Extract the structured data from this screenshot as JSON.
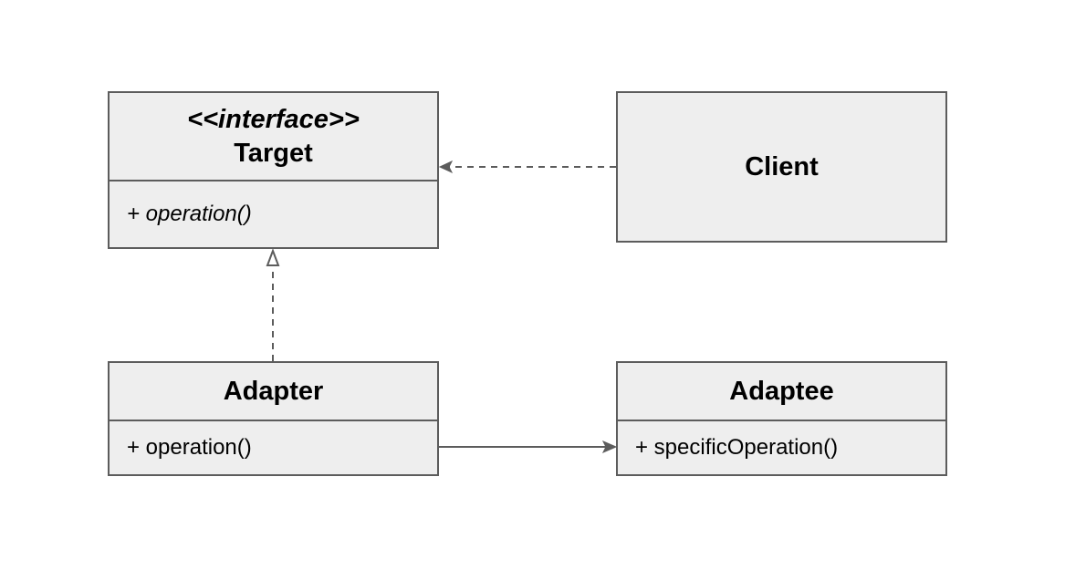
{
  "diagram": {
    "colors": {
      "box_fill": "#eeeeee",
      "box_border": "#5c5c5c",
      "line": "#5c5c5c",
      "background": "#ffffff"
    },
    "classes": {
      "target": {
        "stereotype": "<<interface>>",
        "name": "Target",
        "operation": "+ operation()"
      },
      "client": {
        "name": "Client"
      },
      "adapter": {
        "name": "Adapter",
        "operation": "+ operation()"
      },
      "adaptee": {
        "name": "Adaptee",
        "operation": "+ specificOperation()"
      }
    }
  }
}
